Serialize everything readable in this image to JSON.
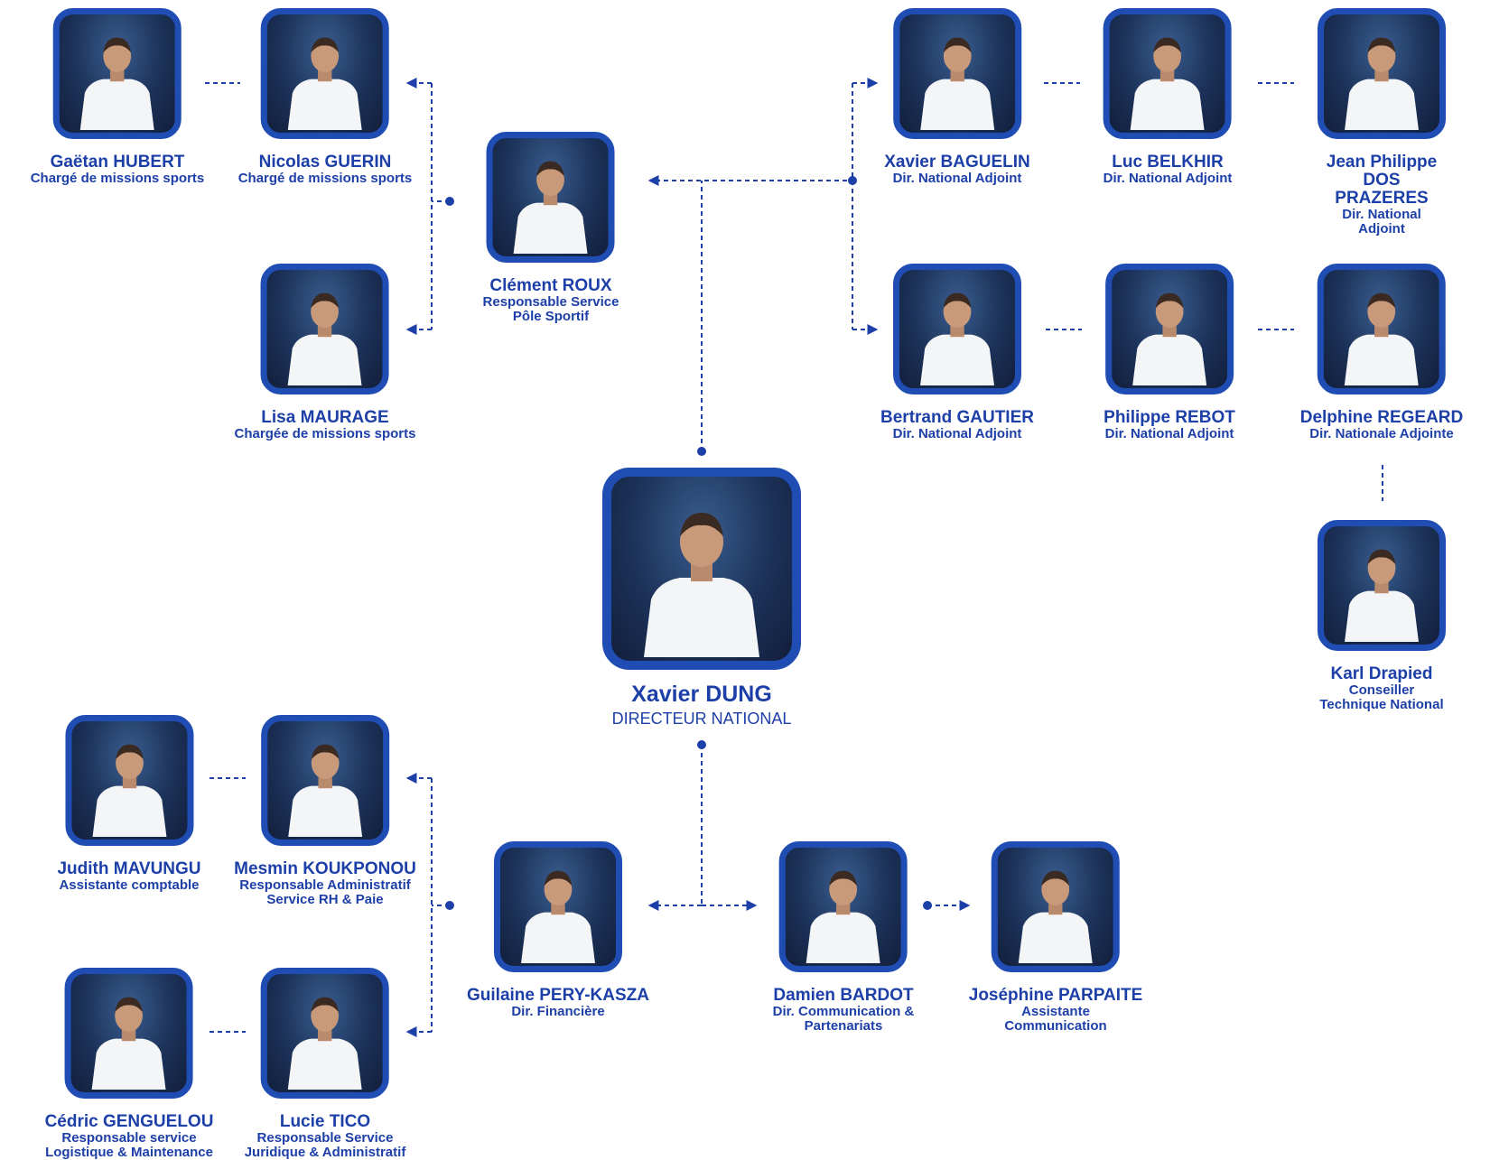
{
  "people": [
    {
      "id": "gaetan",
      "name": "Gaëtan HUBERT",
      "role": "Chargé de missions sports"
    },
    {
      "id": "nicolas",
      "name": "Nicolas GUERIN",
      "role": "Chargé de missions sports"
    },
    {
      "id": "lisa",
      "name": "Lisa MAURAGE",
      "role": "Chargée de missions sports"
    },
    {
      "id": "clement",
      "name": "Clément ROUX",
      "role": "Responsable Service\nPôle Sportif"
    },
    {
      "id": "xavier_b",
      "name": "Xavier BAGUELIN",
      "role": "Dir. National Adjoint"
    },
    {
      "id": "luc",
      "name": "Luc BELKHIR",
      "role": "Dir. National Adjoint"
    },
    {
      "id": "jean",
      "name": "Jean Philippe\nDOS PRAZERES",
      "role": "Dir. National Adjoint"
    },
    {
      "id": "bertrand",
      "name": "Bertrand GAUTIER",
      "role": "Dir. National Adjoint"
    },
    {
      "id": "philippe",
      "name": "Philippe REBOT",
      "role": "Dir. National Adjoint"
    },
    {
      "id": "delphine",
      "name": "Delphine REGEARD",
      "role": "Dir. Nationale Adjointe"
    },
    {
      "id": "karl",
      "name": "Karl Drapied",
      "role": "Conseiller\nTechnique National"
    },
    {
      "id": "xavier_d",
      "name": "Xavier DUNG",
      "role": "DIRECTEUR NATIONAL"
    },
    {
      "id": "judith",
      "name": "Judith MAVUNGU",
      "role": "Assistante comptable"
    },
    {
      "id": "mesmin",
      "name": "Mesmin KOUKPONOU",
      "role": "Responsable Administratif\nService RH & Paie"
    },
    {
      "id": "guilaine",
      "name": "Guilaine PERY-KASZA",
      "role": "Dir. Financière"
    },
    {
      "id": "damien",
      "name": "Damien BARDOT",
      "role": "Dir. Communication &\nPartenariats"
    },
    {
      "id": "josephine",
      "name": "Joséphine PARPAITE",
      "role": "Assistante\nCommunication"
    },
    {
      "id": "cedric",
      "name": "Cédric GENGUELOU",
      "role": "Responsable service\nLogistique & Maintenance"
    },
    {
      "id": "lucie",
      "name": "Lucie TICO",
      "role": "Responsable Service\nJuridique & Administratif"
    }
  ],
  "colors": {
    "accent": "#1d3fa8",
    "frame": "#1f4db3",
    "photo_bg": "#1c3259",
    "shirt": "#f4f5f7"
  }
}
